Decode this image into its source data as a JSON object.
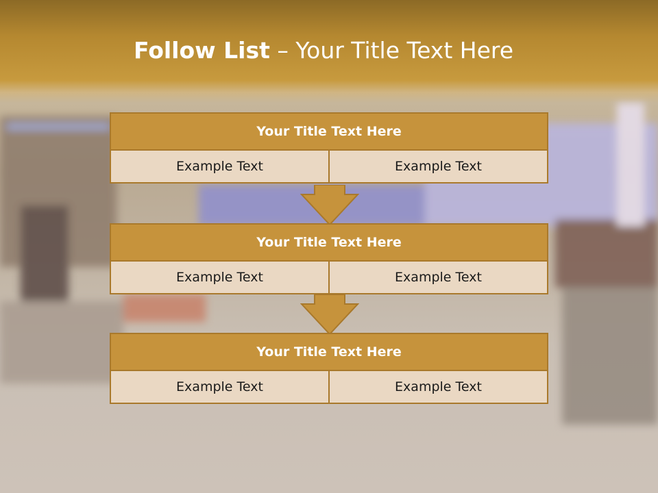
{
  "slide": {
    "title_strong": "Follow List",
    "title_rest": " – Your Title Text Here"
  },
  "steps": [
    {
      "title": "Your Title Text Here",
      "left": "Example Text",
      "right": "Example Text"
    },
    {
      "title": "Your Title Text Here",
      "left": "Example Text",
      "right": "Example Text"
    },
    {
      "title": "Your Title Text Here",
      "left": "Example Text",
      "right": "Example Text"
    }
  ],
  "colors": {
    "accent": "#c6933c",
    "border": "#a9792c",
    "cell_fill": "#ead8c3",
    "arrow": "#c6933c"
  }
}
